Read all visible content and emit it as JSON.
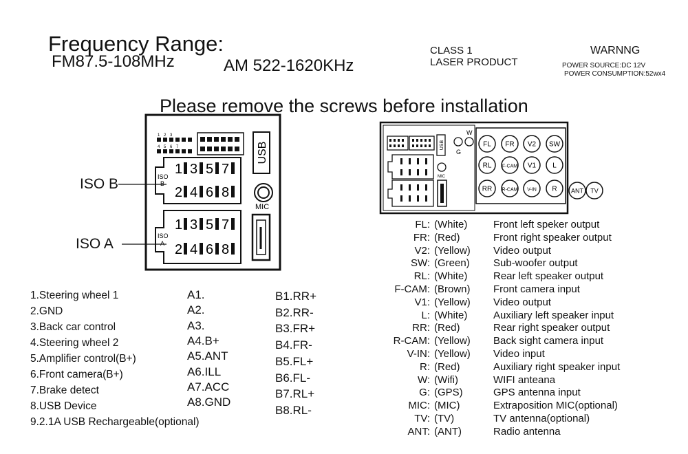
{
  "header": {
    "freq_title": "Frequency Range:",
    "fm": "FM87.5-108MHz",
    "am": "AM 522-1620KHz",
    "class_line1": "CLASS 1",
    "class_line2": "LASER PRODUCT",
    "warning_title": "WARNNG",
    "power_source": "POWER SOURCE:DC 12V",
    "power_consumption": "POWER CONSUMPTION:52wx4"
  },
  "notice": "Please remove the screws before  installation",
  "connector": {
    "iso_b_label": "ISO B",
    "iso_a_label": "ISO A",
    "iso_tag_top": "ISO",
    "iso_b_tag": "B",
    "iso_a_tag": "A",
    "usb_label": "USB",
    "mic_label": "MIC",
    "odd_pins": [
      "1",
      "3",
      "5",
      "7"
    ],
    "even_pins": [
      "2",
      "4",
      "6",
      "8"
    ],
    "small_header_top": [
      "1",
      "2",
      "3"
    ],
    "small_header_bottom": [
      "4",
      "5",
      "6",
      "7"
    ]
  },
  "back_panel": {
    "w_label": "W",
    "g_label": "G",
    "usb_label": "USB",
    "mic_label": "MIC",
    "row1": [
      "FL",
      "FR",
      "V2",
      "SW"
    ],
    "row2": [
      "RL",
      "F-CAM",
      "V1",
      "L"
    ],
    "row3": [
      "RR",
      "R-CAM",
      "V-IN",
      "R"
    ],
    "extra": [
      "ANT",
      "TV"
    ]
  },
  "legend": [
    "1.Steering wheel 1",
    "2.GND",
    "3.Back car control",
    "4.Steering wheel 2",
    "5.Amplifier control(B+)",
    "6.Front camera(B+)",
    "7.Brake detect",
    "8.USB Device",
    "9.2.1A USB Rechargeable(optional)"
  ],
  "pins_a": [
    "A1.",
    "A2.",
    "A3.",
    "A4.B+",
    "A5.ANT",
    "A6.ILL",
    "A7.ACC",
    "A8.GND"
  ],
  "pins_b": [
    "B1.RR+",
    "B2.RR-",
    "B3.FR+",
    "B4.FR-",
    "B5.FL+",
    "B6.FL-",
    "B7.RL+",
    "B8.RL-"
  ],
  "specs": [
    {
      "code": "FL:",
      "color": "(White)",
      "desc": "Front left speker  output"
    },
    {
      "code": "FR:",
      "color": "(Red)",
      "desc": "Front right speaker output"
    },
    {
      "code": "V2:",
      "color": "(Yellow)",
      "desc": "Video output"
    },
    {
      "code": "SW:",
      "color": "(Green)",
      "desc": "Sub-woofer output"
    },
    {
      "code": "RL:",
      "color": "(White)",
      "desc": "Rear left speaker output"
    },
    {
      "code": "F-CAM:",
      "color": "(Brown)",
      "desc": "Front camera input"
    },
    {
      "code": "V1:",
      "color": "(Yellow)",
      "desc": "Video output"
    },
    {
      "code": "L:",
      "color": "(White)",
      "desc": "Auxiliary left speaker input"
    },
    {
      "code": "RR:",
      "color": "(Red)",
      "desc": "Rear right speaker output"
    },
    {
      "code": "R-CAM:",
      "color": "(Yellow)",
      "desc": "Back sight camera input"
    },
    {
      "code": "V-IN:",
      "color": "(Yellow)",
      "desc": "Video input"
    },
    {
      "code": "R:",
      "color": "(Red)",
      "desc": "Auxiliary right speaker input"
    },
    {
      "code": "W:",
      "color": "(Wifi)",
      "desc": "WIFI anteana"
    },
    {
      "code": "G:",
      "color": "(GPS)",
      "desc": "GPS antenna input"
    },
    {
      "code": "MIC:",
      "color": "(MIC)",
      "desc": "Extraposition MIC(optional)"
    },
    {
      "code": "TV:",
      "color": "(TV)",
      "desc": "TV antenna(optional)"
    },
    {
      "code": "ANT:",
      "color": "(ANT)",
      "desc": "Radio antenna"
    }
  ]
}
